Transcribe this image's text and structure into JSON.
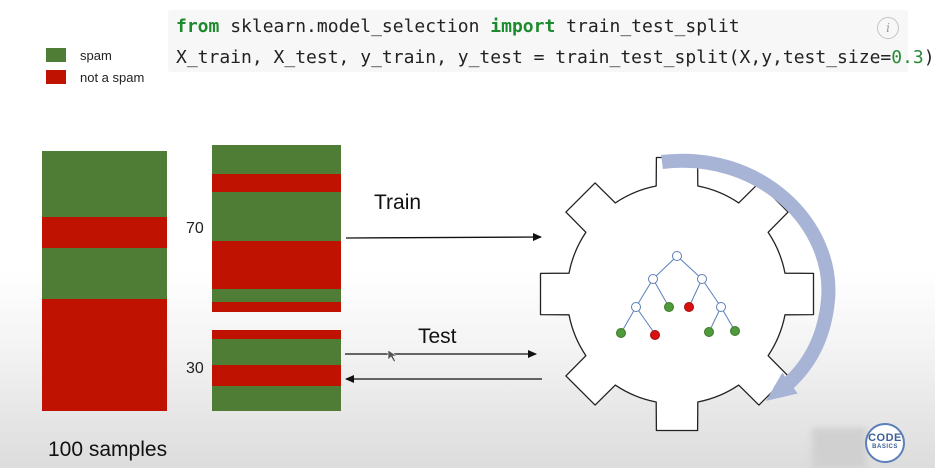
{
  "colors": {
    "spam": "#4f7d35",
    "not_spam": "#bf1200"
  },
  "legend": [
    {
      "label": "spam",
      "color": "#4f7d35"
    },
    {
      "label": "not a spam",
      "color": "#bf1200"
    }
  ],
  "code": {
    "line1": {
      "kw1": "from",
      "module": " sklearn.model_selection ",
      "kw2": "import",
      "name": " train_test_split"
    },
    "line2": {
      "text": "X_train, X_test, y_train, y_test = train_test_split(X,y,test_size=",
      "num": "0.3",
      "end": ")"
    }
  },
  "labels": {
    "train_count": "70",
    "test_count": "30",
    "train": "Train",
    "test": "Test",
    "total": "100 samples"
  },
  "logo": {
    "top": "CODE",
    "bottom": "BASICS"
  },
  "icons": {
    "info": "info-icon",
    "tree": "decision-tree-icon",
    "gear": "gear-icon",
    "rotate": "rotation-arrow-icon"
  }
}
